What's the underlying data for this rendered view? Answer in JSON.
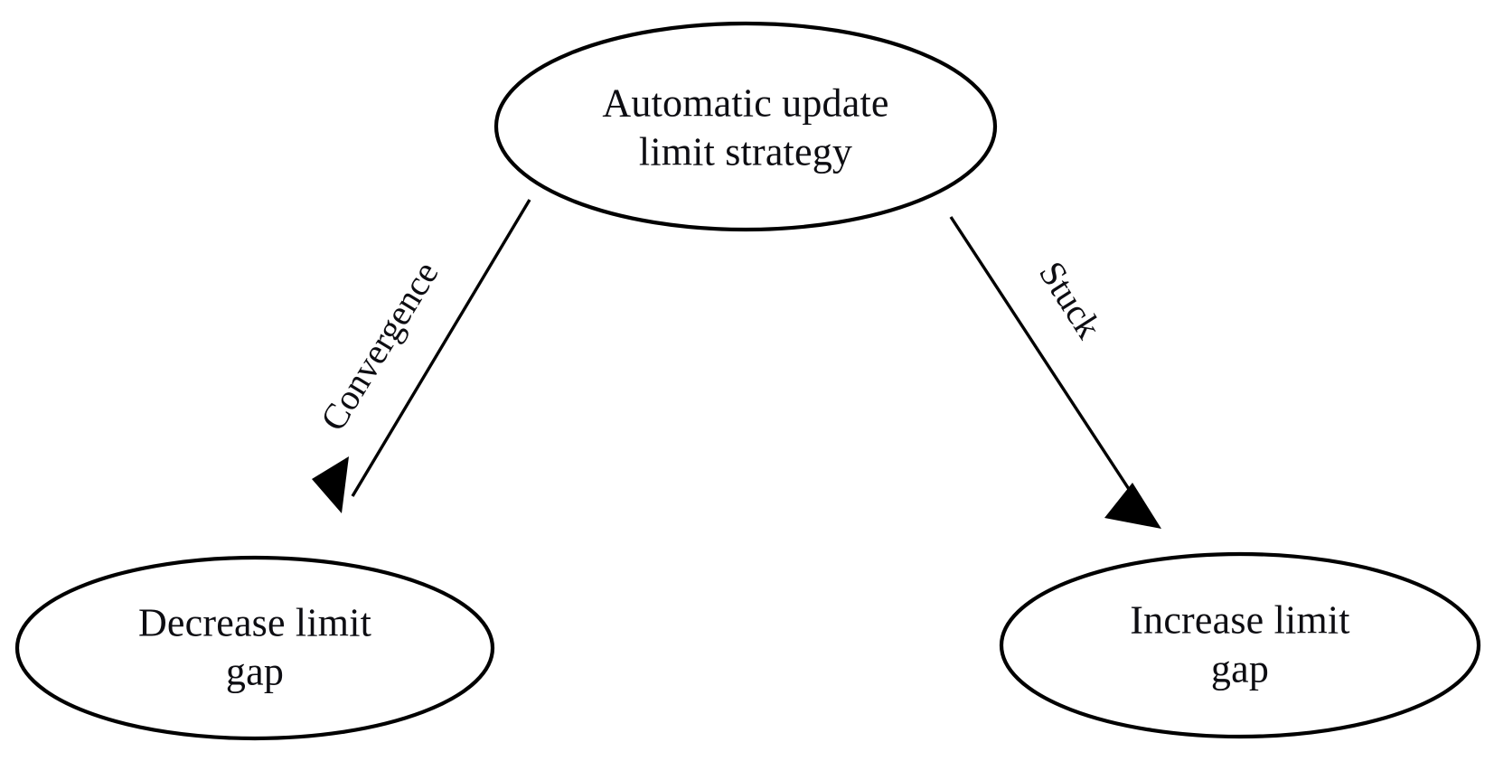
{
  "diagram": {
    "title": "Automatic update limit strategy",
    "type": "flowchart",
    "background_color": "#ffffff",
    "stroke_color": "#000000",
    "text_color": "#0d0d12",
    "nodes": [
      {
        "id": "root",
        "shape": "ellipse",
        "label": "Automatic update\nlimit strategy"
      },
      {
        "id": "decrease",
        "shape": "ellipse",
        "label": "Decrease limit\ngap"
      },
      {
        "id": "increase",
        "shape": "ellipse",
        "label": "Increase limit\ngap"
      }
    ],
    "edges": [
      {
        "id": "root-to-decrease",
        "from": "root",
        "to": "decrease",
        "label": "Convergence",
        "arrow": "arrowhead-icon"
      },
      {
        "id": "root-to-increase",
        "from": "root",
        "to": "increase",
        "label": "Stuck",
        "arrow": "arrowhead-icon"
      }
    ]
  }
}
